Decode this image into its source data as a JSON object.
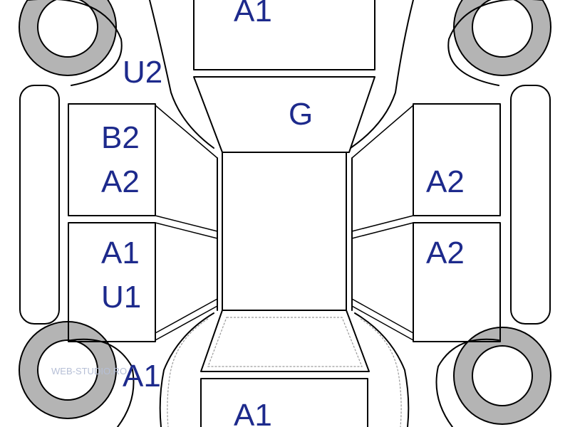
{
  "colors": {
    "label": "#1d2a8c",
    "line": "#000000",
    "tire": "#b4b4b4",
    "watermark": "#b6bfd6"
  },
  "labels": {
    "hood_top": "A1",
    "left_mirror": "U2",
    "windshield": "G",
    "left_front_door_upper": "B2",
    "left_front_door_lower": "A2",
    "left_rear_door_upper": "A1",
    "left_rear_door_lower": "U1",
    "right_front_door": "A2",
    "right_rear_door": "A2",
    "left_rear_fender": "A1",
    "trunk_bottom": "A1"
  },
  "watermark": "WEB-STUDIO.RO"
}
